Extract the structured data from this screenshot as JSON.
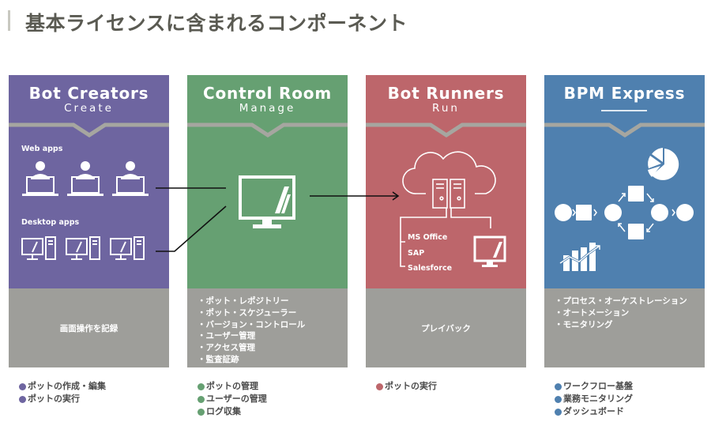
{
  "title": "基本ライセンスに含まれるコンポーネント",
  "colors": {
    "creators": "#6e65a0",
    "control_room": "#66a072",
    "runners": "#bd666b",
    "bpm": "#4f80af",
    "gray": "#9e9e9a"
  },
  "cards": [
    {
      "name": "Bot Creators",
      "subtitle": "Create",
      "labels": {
        "web": "Web apps",
        "desktop": "Desktop apps"
      },
      "description": "画面操作を記録",
      "features": [
        "ポットの作成・編集",
        "ポットの実行"
      ]
    },
    {
      "name": "Control Room",
      "subtitle": "Manage",
      "description_list": [
        "・ポット・レポジトリー",
        "・ポット・スケジューラー",
        "・バージョン・コントロール",
        "・ユーザー管理",
        "・アクセス管理",
        "・監査証跡"
      ],
      "features": [
        "ポットの管理",
        "ユーザーの管理",
        "ログ収集"
      ]
    },
    {
      "name": "Bot Runners",
      "subtitle": "Run",
      "apps": [
        "MS Office",
        "SAP",
        "Salesforce"
      ],
      "description": "プレイバック",
      "features": [
        "ポットの実行"
      ]
    },
    {
      "name": "BPM Express",
      "subtitle": "",
      "description_list": [
        "・プロセス・オーケストレーション",
        "・オートメーション",
        "・モニタリング"
      ],
      "features": [
        "ワークフロー基盤",
        "業務モニタリング",
        "ダッシュボード"
      ]
    }
  ]
}
